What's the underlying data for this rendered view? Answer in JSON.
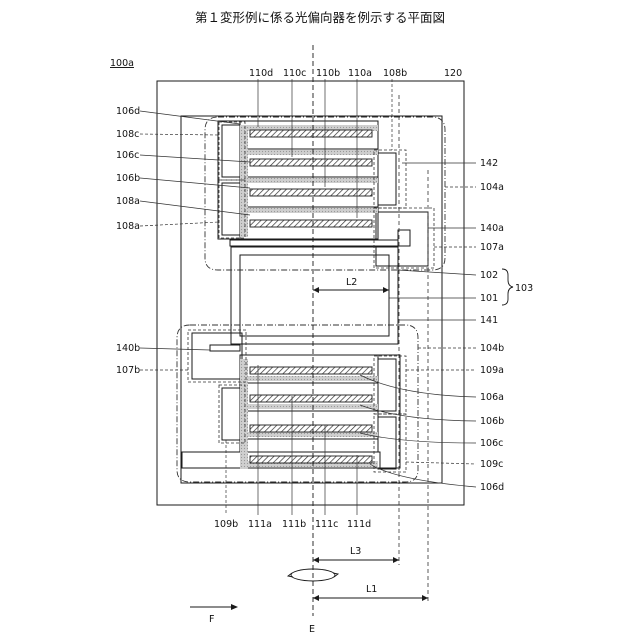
{
  "title": "第１変形例に係る光偏向器を例示する平面図",
  "labels": {
    "device": "100a",
    "substrate": "120",
    "top_110d": "110d",
    "top_110c": "110c",
    "top_110b": "110b",
    "top_110a": "110a",
    "top_108b": "108b",
    "l_106d": "106d",
    "l_108c": "108c",
    "l_106c": "106c",
    "l_106b": "106b",
    "l_108a_1": "108a",
    "l_108a_2": "108a",
    "r_142": "142",
    "r_104a": "104a",
    "r_140a": "140a",
    "r_107a": "107a",
    "r_102": "102",
    "r_101": "101",
    "r_103": "103",
    "r_141": "141",
    "l_140b": "140b",
    "l_107b": "107b",
    "r_104b": "104b",
    "r_109a": "109a",
    "r_106a": "106a",
    "r_106b": "106b",
    "r_106c": "106c",
    "r_109c": "109c",
    "r_106d": "106d",
    "b_109b": "109b",
    "b_111a": "111a",
    "b_111b": "111b",
    "b_111c": "111c",
    "b_111d": "111d",
    "dim_L2": "L2",
    "dim_L3": "L3",
    "dim_L1": "L1",
    "dir_F": "F",
    "axis_E": "E"
  },
  "colors": {
    "line": "#1a1a1a",
    "hatch_dark": "#555555",
    "gray": "#cccccc"
  }
}
